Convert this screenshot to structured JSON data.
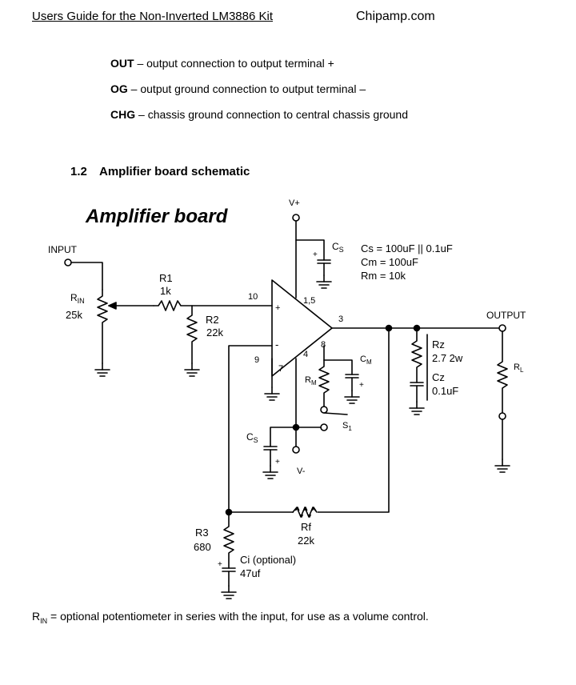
{
  "header": {
    "left": "Users Guide for the Non-Inverted LM3886 Kit",
    "right": "Chipamp.com"
  },
  "terminals": [
    {
      "term": "OUT",
      "desc": "output connection to output terminal +"
    },
    {
      "term": "OG",
      "desc": "output ground connection to output terminal –"
    },
    {
      "term": "CHG",
      "desc": "chassis ground connection to central chassis ground"
    }
  ],
  "section": {
    "number": "1.2",
    "title": "Amplifier board schematic"
  },
  "schematic": {
    "title": "Amplifier board",
    "input_label": "INPUT",
    "output_label": "OUTPUT",
    "vplus": "V+",
    "vminus": "V-",
    "rin": {
      "name": "R",
      "sub": "IN",
      "value": "25k"
    },
    "r1": {
      "name": "R1",
      "value": "1k"
    },
    "r2": {
      "name": "R2",
      "value": "22k"
    },
    "r3": {
      "name": "R3",
      "value": "680"
    },
    "rf": {
      "name": "Rf",
      "value": "22k"
    },
    "rm": {
      "name": "R",
      "sub": "M"
    },
    "rl": {
      "name": "R",
      "sub": "L"
    },
    "cs": {
      "name": "C",
      "sub": "S"
    },
    "cm": {
      "name": "C",
      "sub": "M"
    },
    "s1": {
      "name": "S",
      "sub": "1"
    },
    "rz": {
      "name": "Rz",
      "value": "2.7 2w"
    },
    "cz": {
      "name": "Cz",
      "value": "0.1uF"
    },
    "ci": {
      "name": "Ci (optional)",
      "value": "47uf"
    },
    "values_note": [
      "Cs = 100uF || 0.1uF",
      "Cm = 100uF",
      "Rm = 10k"
    ],
    "pins": [
      "10",
      "1,5",
      "3",
      "9",
      "4",
      "7",
      "8"
    ]
  },
  "footer": {
    "r": "R",
    "sub": "IN",
    "text": " = optional potentiometer in series with the input, for use as a volume control."
  }
}
